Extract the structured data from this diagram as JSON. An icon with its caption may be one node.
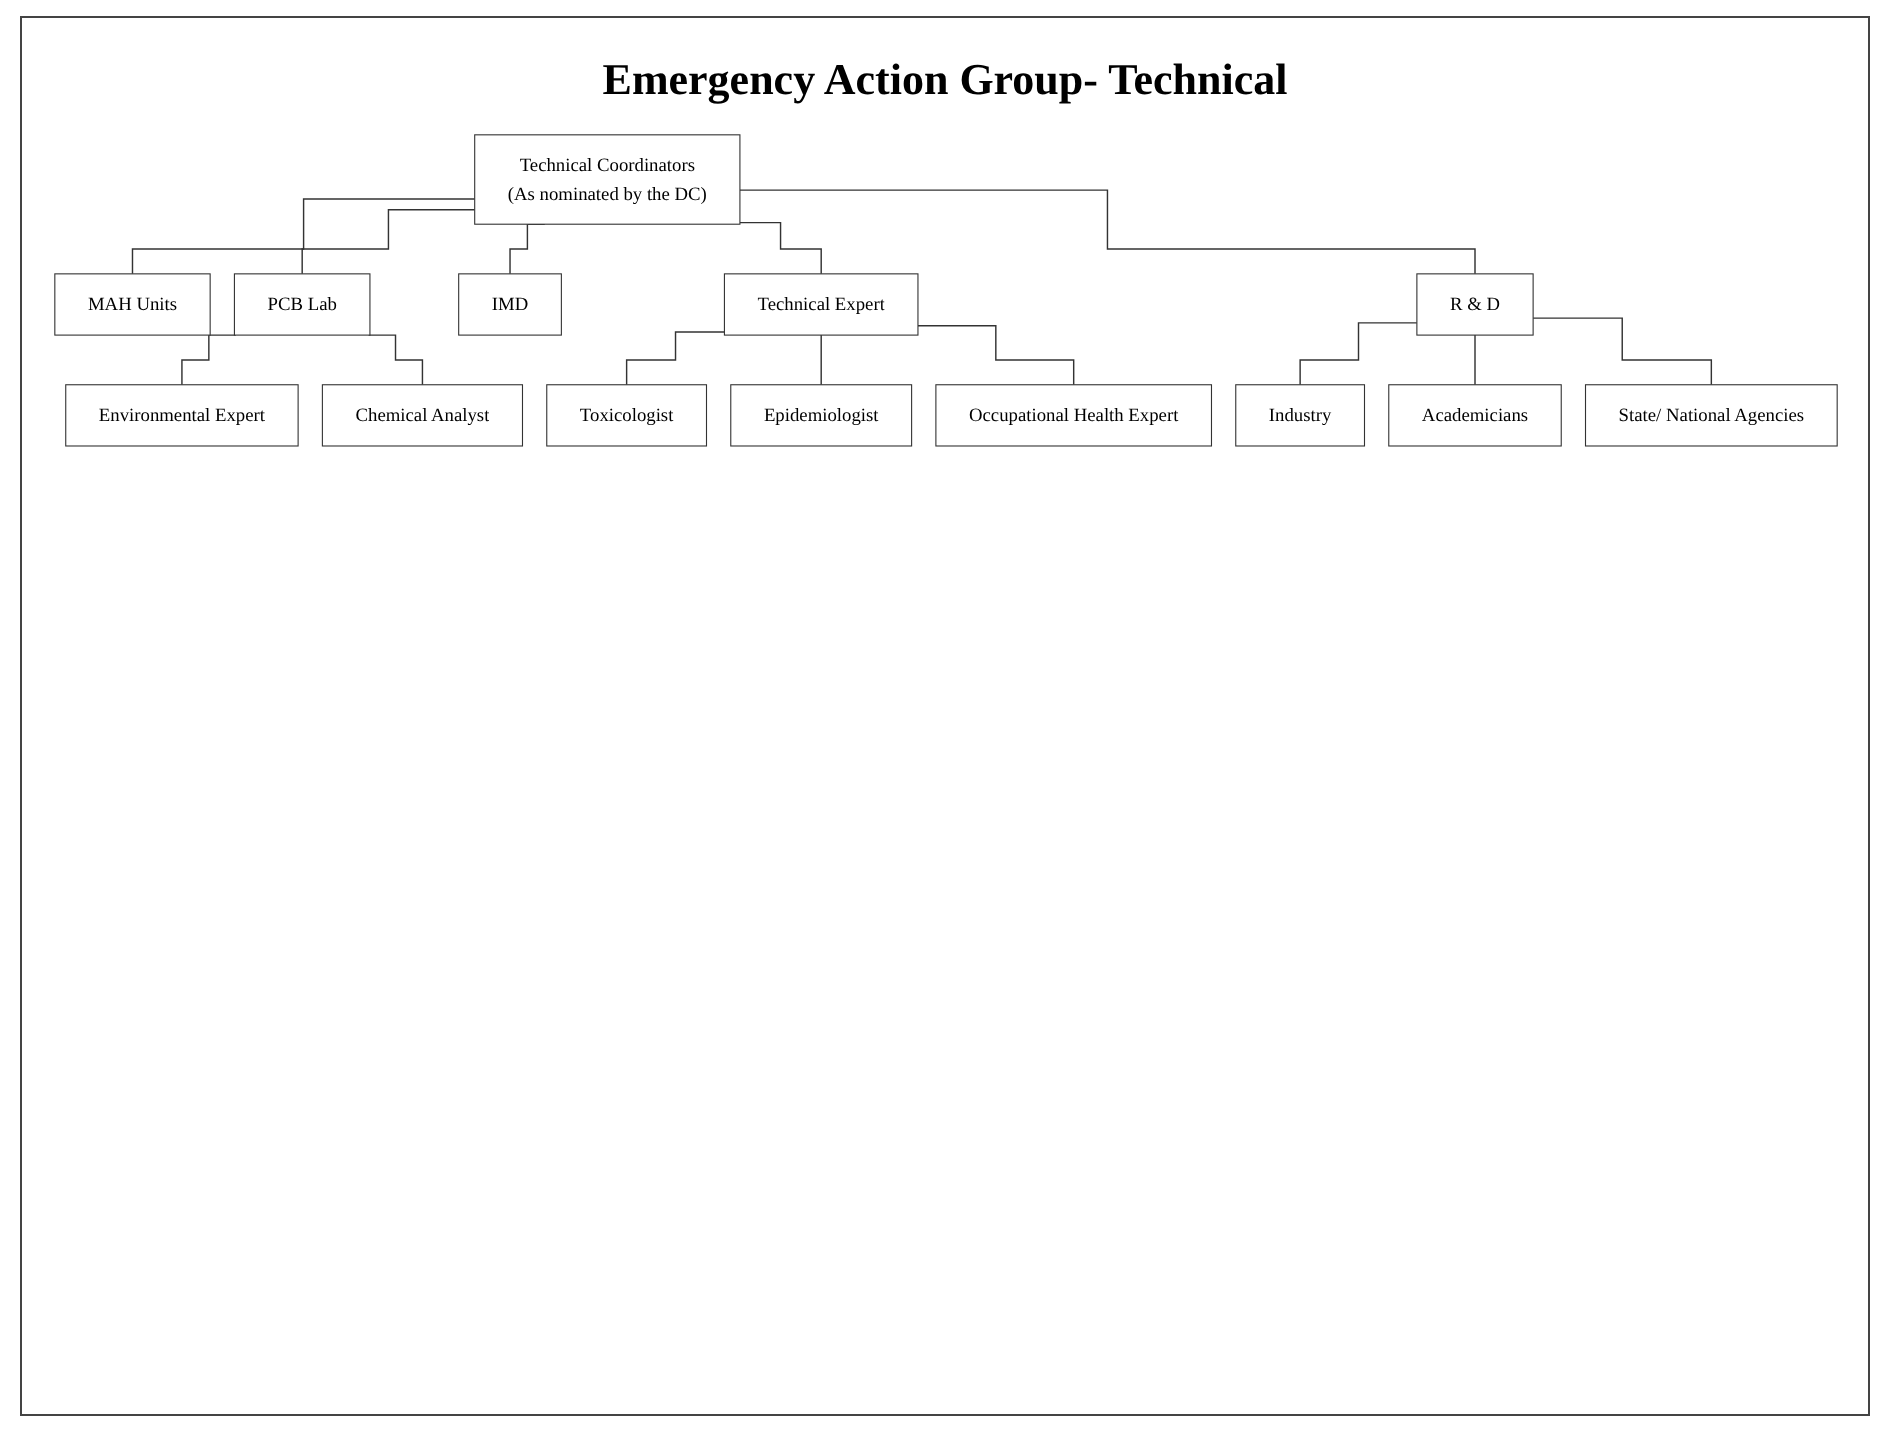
{
  "diagram": {
    "title": "Emergency Action Group- Technical",
    "nodes": [
      {
        "text": [
          "Technical Coordinators",
          "(As nominated by the DC)"
        ]
      },
      {
        "text": [
          "MAH Units"
        ]
      },
      {
        "text": [
          "PCB Lab"
        ]
      },
      {
        "text": [
          "IMD"
        ]
      },
      {
        "text": [
          "Technical Expert"
        ]
      },
      {
        "text": [
          "R & D"
        ]
      },
      {
        "text": [
          "Environmental Expert"
        ]
      },
      {
        "text": [
          "Chemical Analyst"
        ]
      },
      {
        "text": [
          "Toxicologist"
        ]
      },
      {
        "text": [
          "Epidemiologist"
        ]
      },
      {
        "text": [
          "Occupational Health Expert"
        ]
      },
      {
        "text": [
          "Industry"
        ]
      },
      {
        "text": [
          "Academicians"
        ]
      },
      {
        "text": [
          "State/ National Agencies"
        ]
      }
    ],
    "edges": [
      {
        "from": 0,
        "to": 1,
        "arrow": "none"
      },
      {
        "from": 0,
        "to": 2,
        "arrow": "none"
      },
      {
        "from": 0,
        "to": 3,
        "arrow": "none"
      },
      {
        "from": 0,
        "to": 4,
        "arrow": "none"
      },
      {
        "from": 0,
        "to": 5,
        "arrow": "none"
      },
      {
        "from": 2,
        "to": 6,
        "arrow": "none"
      },
      {
        "from": 2,
        "to": 7,
        "arrow": "none"
      },
      {
        "from": 4,
        "to": 8,
        "arrow": "none"
      },
      {
        "from": 4,
        "to": 9,
        "arrow": "none"
      },
      {
        "from": 4,
        "to": 10,
        "arrow": "none"
      },
      {
        "from": 5,
        "to": 11,
        "arrow": "none"
      },
      {
        "from": 5,
        "to": 12,
        "arrow": "none"
      },
      {
        "from": 5,
        "to": 13,
        "arrow": "none"
      }
    ]
  }
}
